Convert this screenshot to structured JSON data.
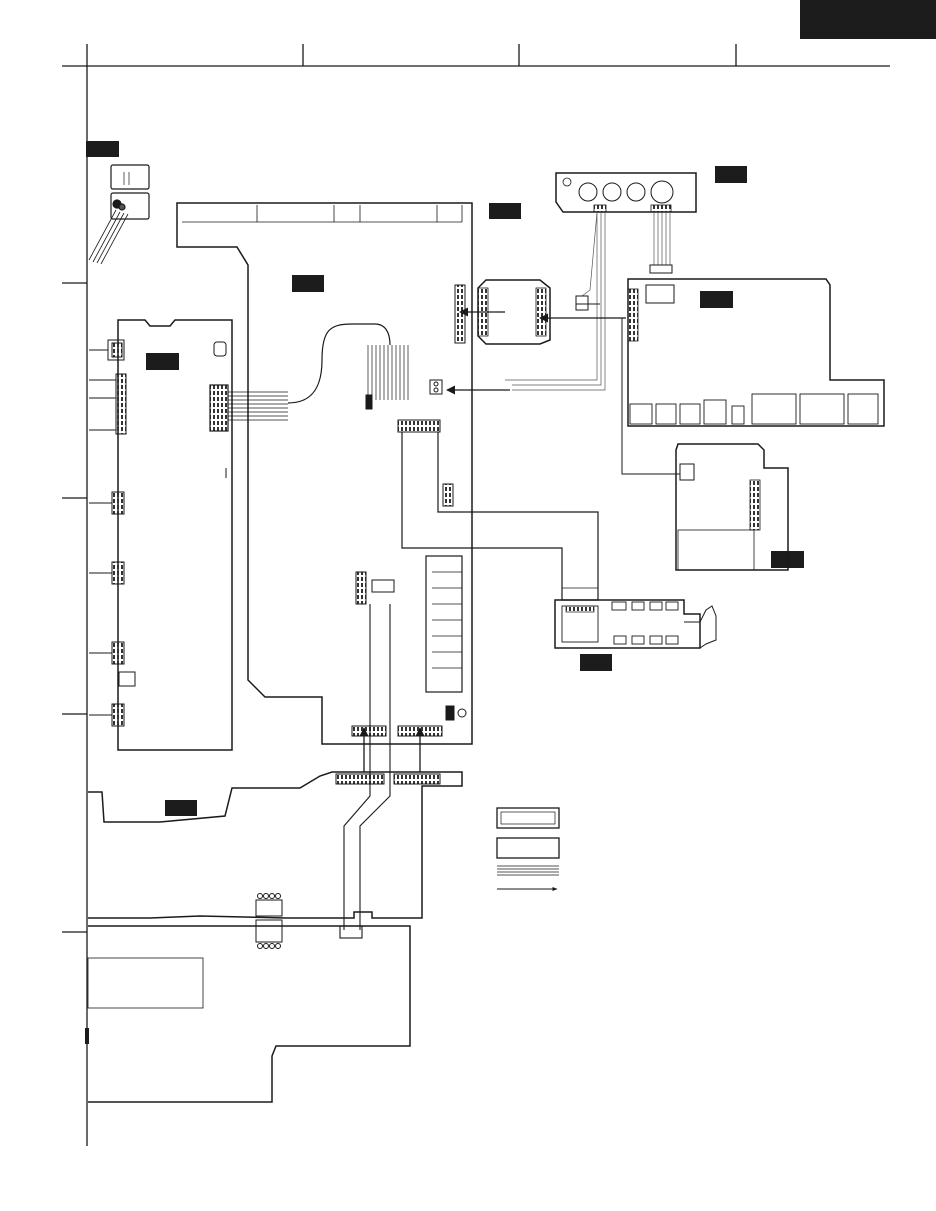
{
  "page": {
    "header_tab_text": "",
    "board_tags": [
      "",
      "",
      "",
      "",
      "",
      "",
      "",
      "",
      "",
      ""
    ]
  },
  "legend": {
    "items": [
      {
        "symbol": "ffc-cable-box",
        "label": ""
      },
      {
        "symbol": "board-box",
        "label": ""
      },
      {
        "symbol": "wire-harness-lines",
        "label": ""
      },
      {
        "symbol": "signal-arrow",
        "label": ""
      }
    ]
  },
  "colors": {
    "line": "#1a1a1a",
    "thin_line": "#555555",
    "tag_fill": "#1c1c1c",
    "background": "#ffffff"
  }
}
